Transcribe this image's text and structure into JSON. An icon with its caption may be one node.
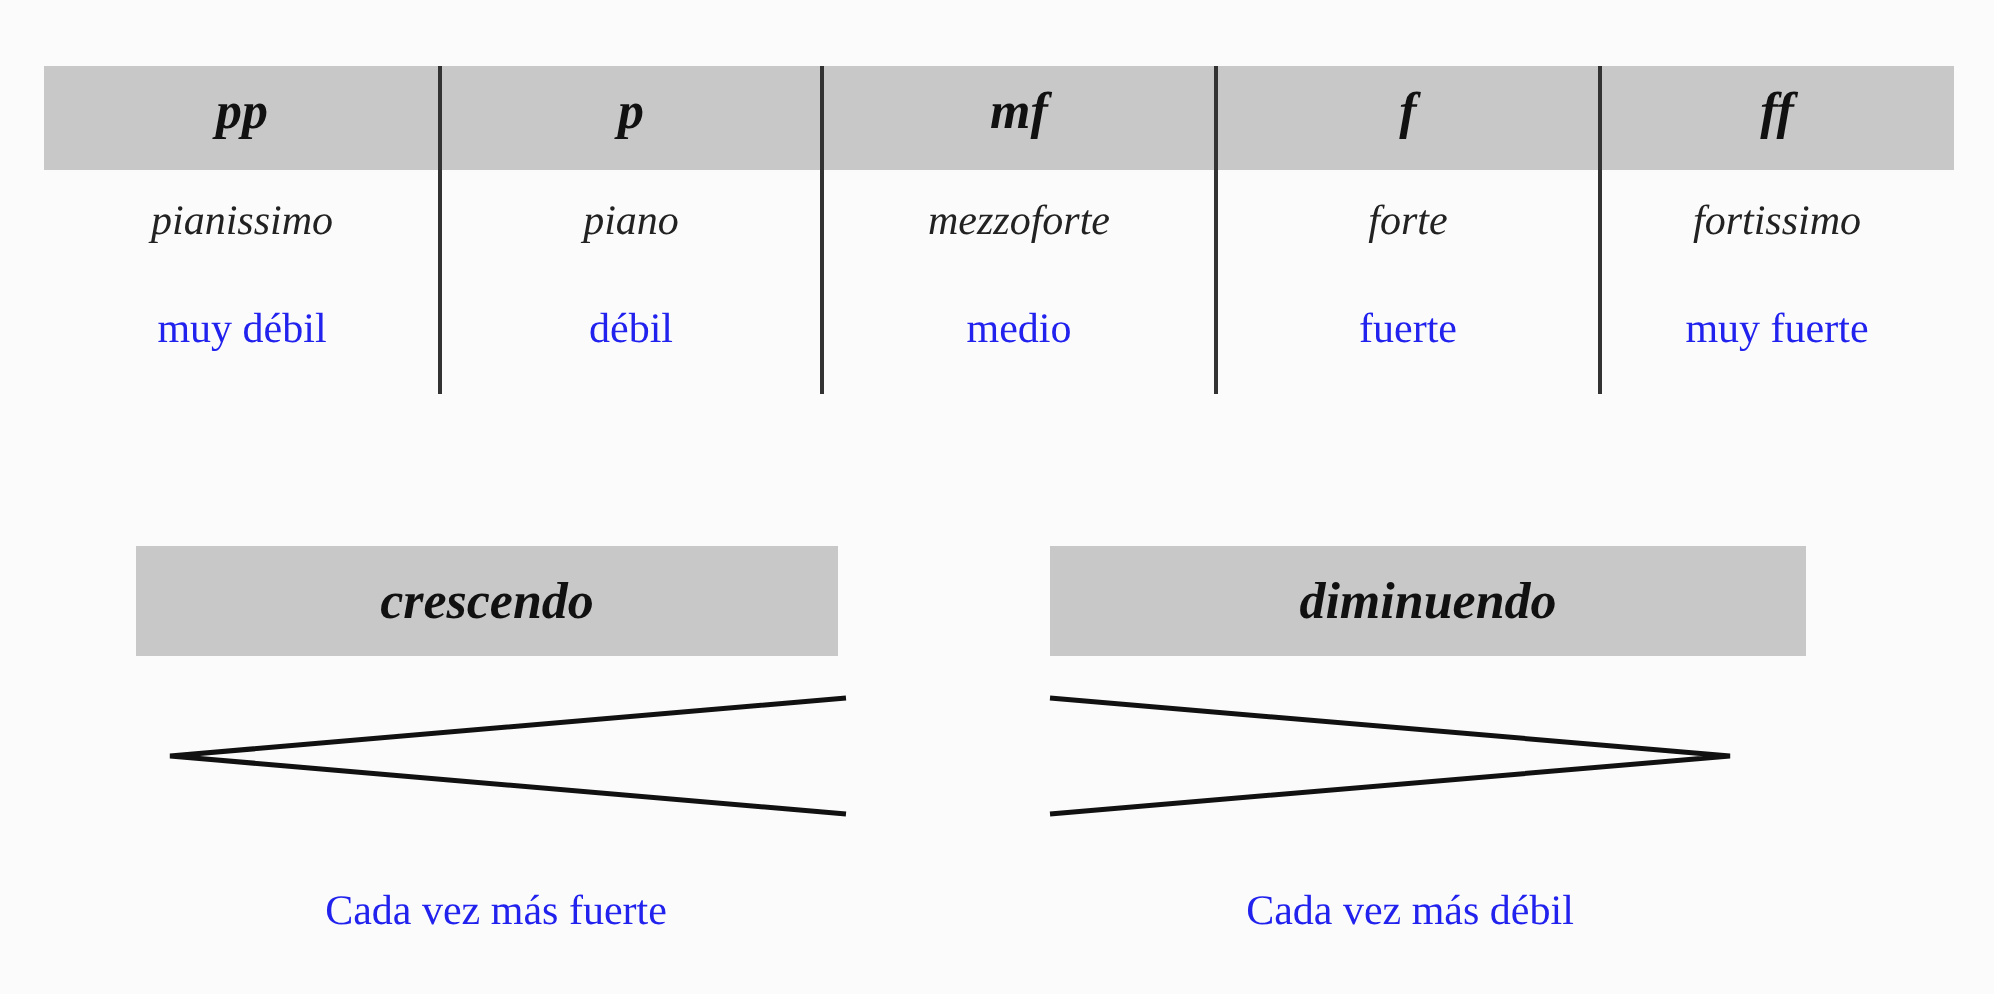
{
  "diagram": {
    "nodes": [
      {
        "text": [
          "crescendo"
        ]
      },
      {
        "text": [
          "diminuendo"
        ]
      }
    ],
    "labels": [
      "pp",
      "p",
      "mf",
      "f",
      "ff",
      "pianissimo",
      "piano",
      "mezzoforte",
      "forte",
      "fortissimo",
      "muy débil",
      "débil",
      "medio",
      "fuerte",
      "muy fuerte",
      "Cada vez más fuerte",
      "Cada vez más débil"
    ]
  }
}
